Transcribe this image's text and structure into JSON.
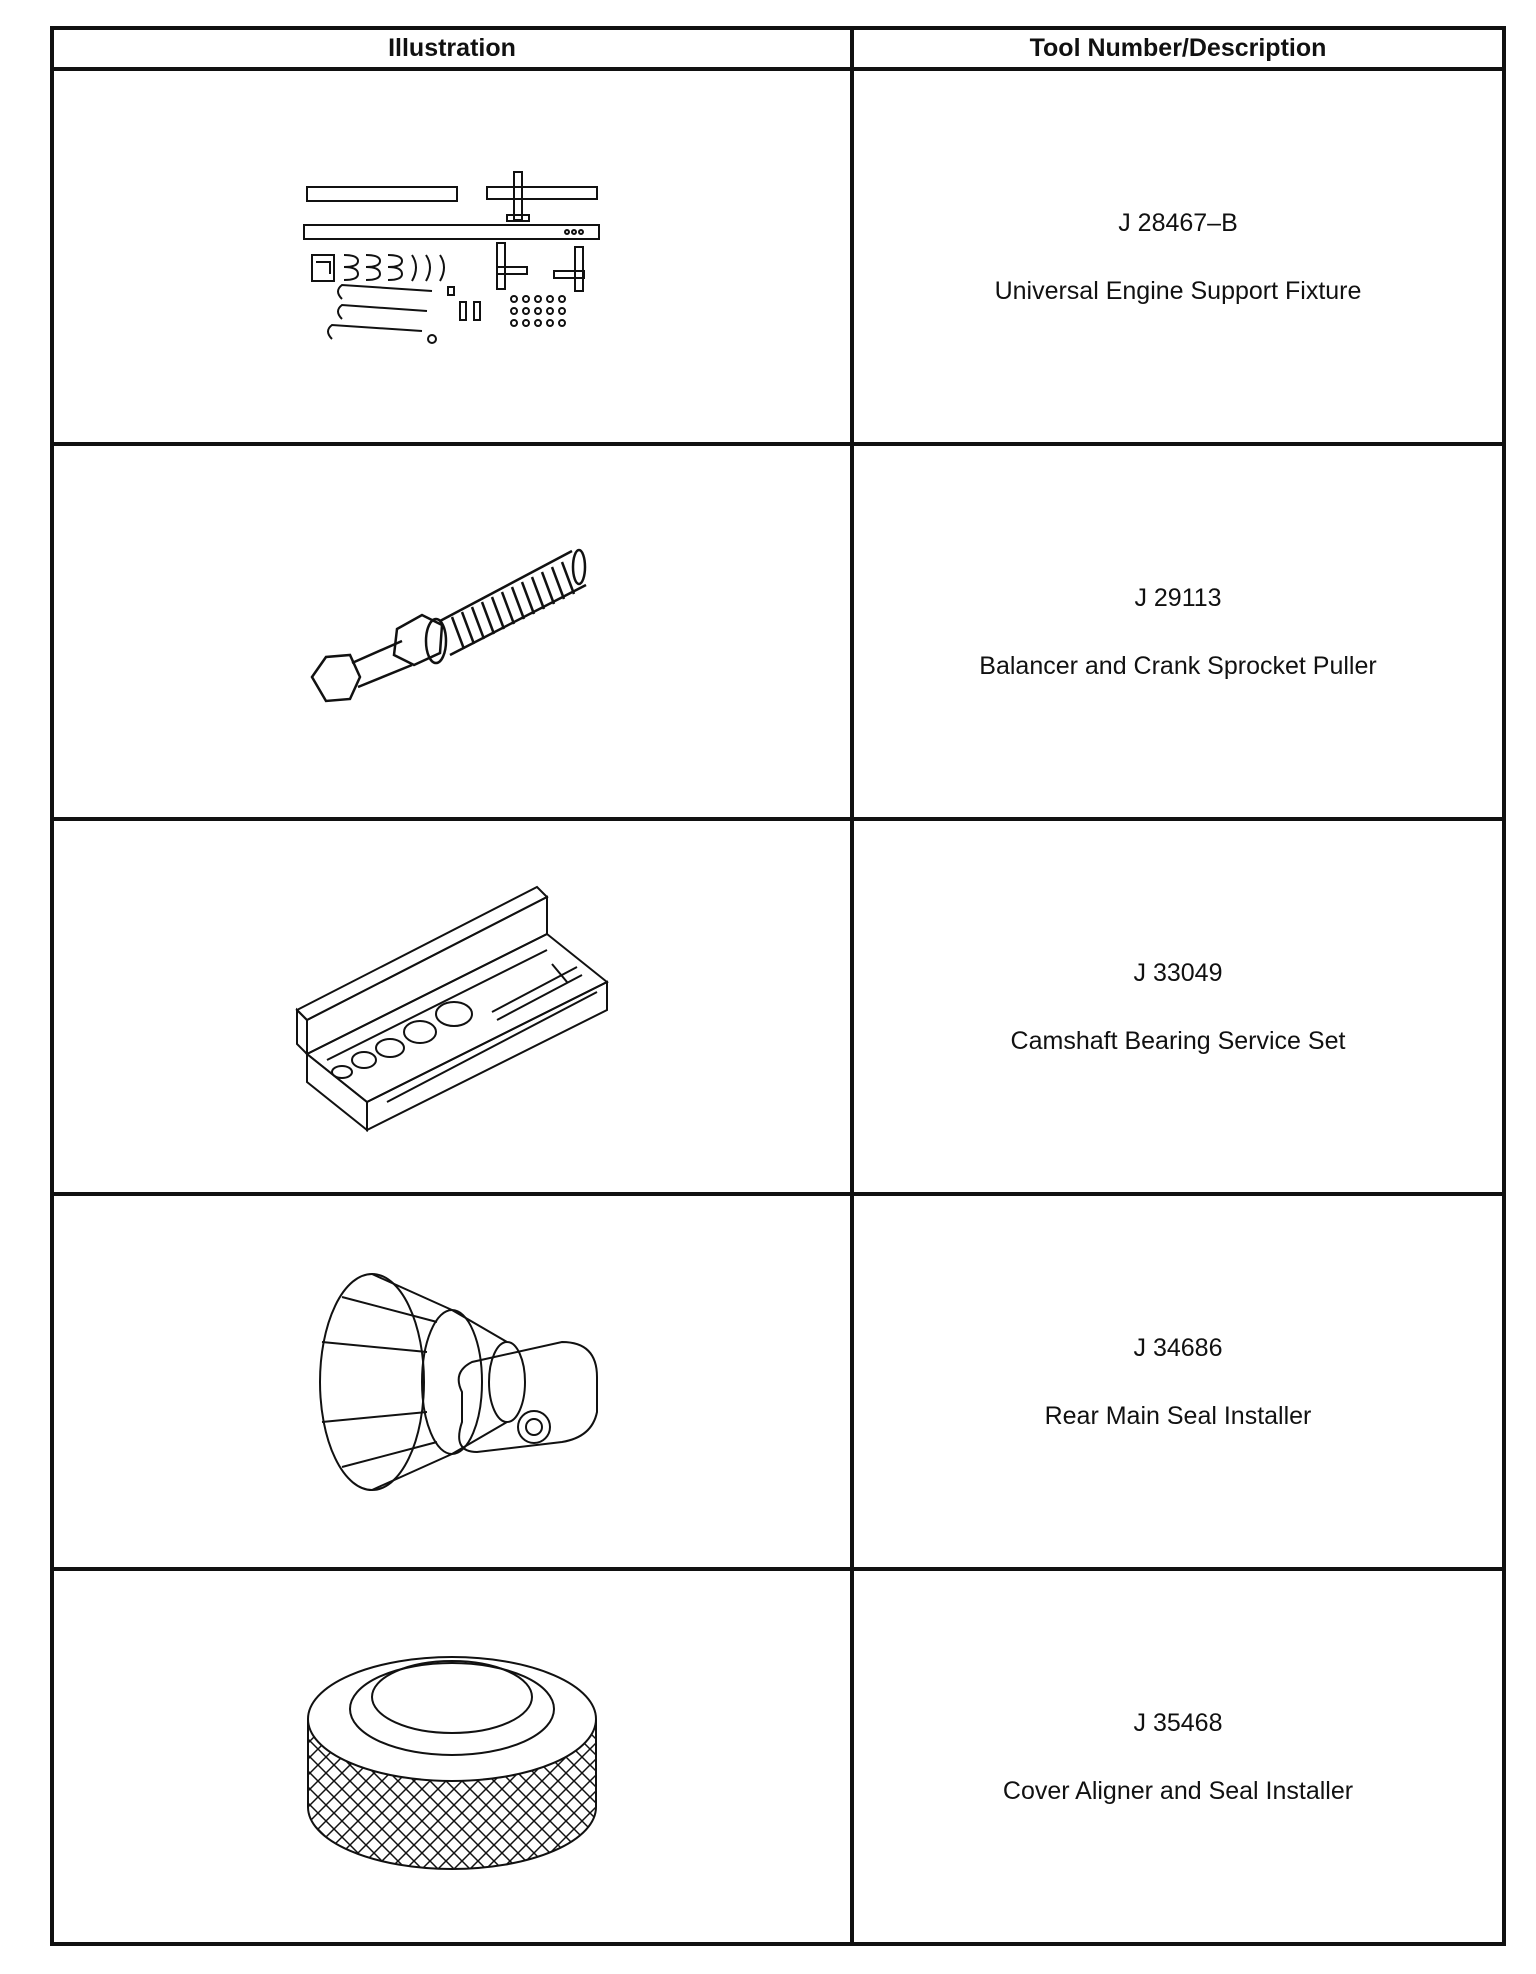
{
  "table": {
    "headers": {
      "illustration": "Illustration",
      "tool": "Tool Number/Description"
    },
    "rows": [
      {
        "number": "J 28467–B",
        "description": "Universal Engine Support Fixture",
        "icon": "engine-support-fixture-icon"
      },
      {
        "number": "J 29113",
        "description": "Balancer and Crank Sprocket Puller",
        "icon": "sprocket-puller-bolt-icon"
      },
      {
        "number": "J 33049",
        "description": "Camshaft Bearing Service Set",
        "icon": "bearing-set-case-icon"
      },
      {
        "number": "J 34686",
        "description": "Rear Main Seal Installer",
        "icon": "seal-installer-icon"
      },
      {
        "number": "J 35468",
        "description": "Cover Aligner and Seal Installer",
        "icon": "knurled-aligner-icon"
      }
    ]
  }
}
